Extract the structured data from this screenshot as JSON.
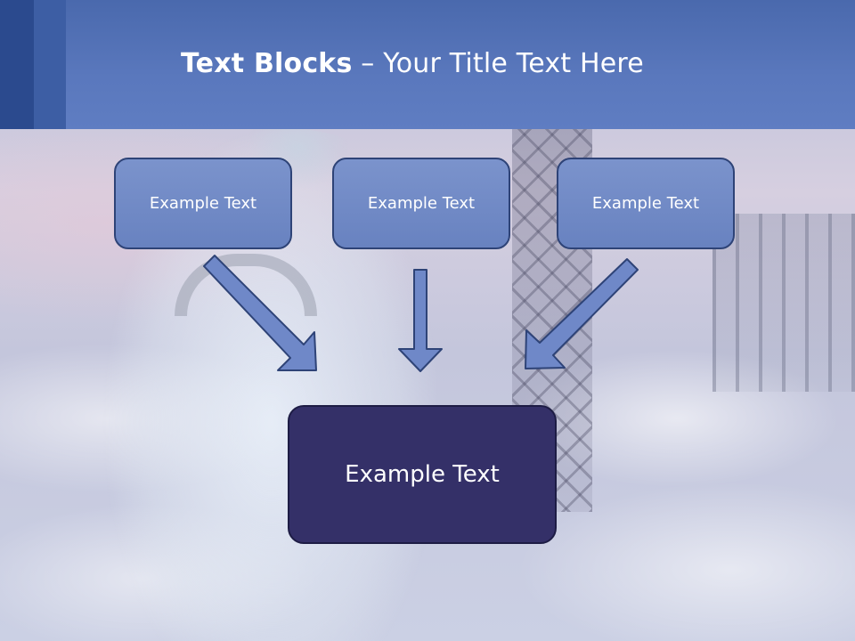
{
  "slide": {
    "title_bold": "Text Blocks",
    "title_dash": " – ",
    "title_rest": "Your Title Text Here"
  },
  "blocks": {
    "top": [
      "Example Text",
      "Example Text",
      "Example Text"
    ],
    "bottom": "Example Text"
  },
  "colors": {
    "header": "#5a78bd",
    "box_fill": "#7189c6",
    "box_border": "#2e4377",
    "main_box_fill": "#343068",
    "arrow_fill": "#6f88c8"
  }
}
